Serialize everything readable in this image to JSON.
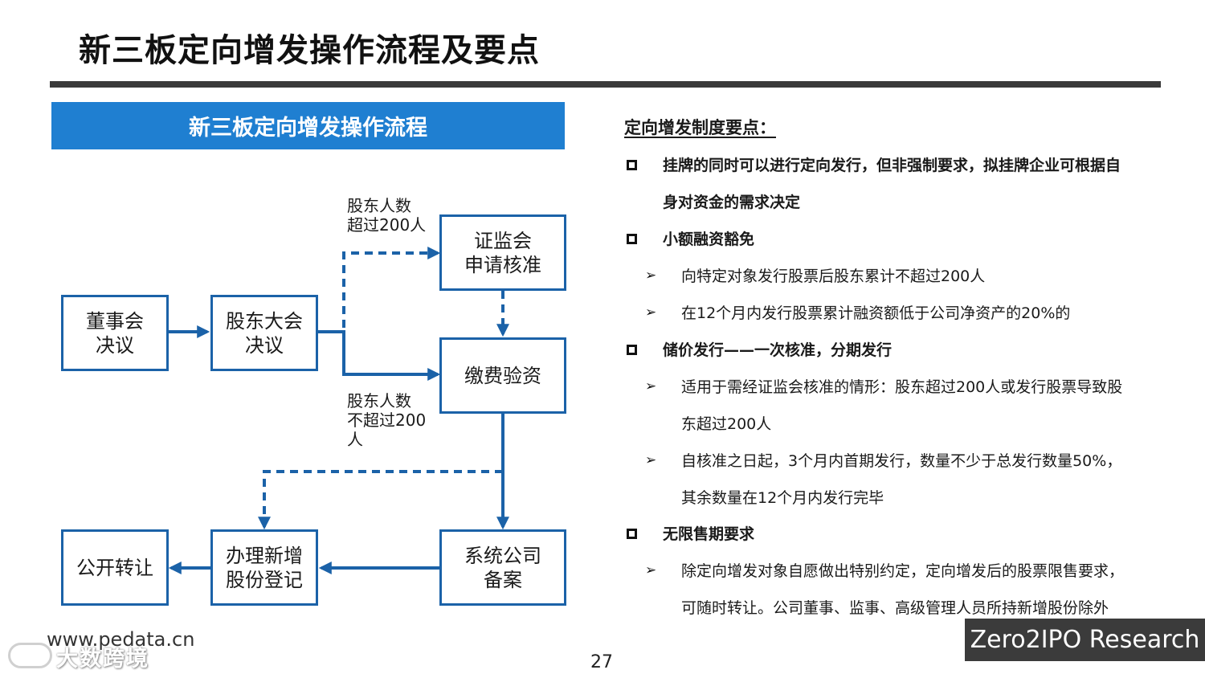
{
  "page": {
    "title": "新三板定向增发操作流程及要点",
    "page_number": "27",
    "website": "www.pedata.cn",
    "watermark": "大数跨境",
    "brand": "Zero2IPO Research"
  },
  "flow": {
    "header": "新三板定向增发操作流程",
    "boxes": {
      "board": [
        "董事会",
        "决议"
      ],
      "shareholders_meeting": [
        "股东大会",
        "决议"
      ],
      "csrc": [
        "证监会",
        "申请核准"
      ],
      "payment": [
        "缴费验资"
      ],
      "system_filing": [
        "系统公司",
        "备案"
      ],
      "registration": [
        "办理新增",
        "股份登记"
      ],
      "public_transfer": [
        "公开转让"
      ]
    },
    "labels": {
      "over_200": [
        "股东人数",
        "超过200人"
      ],
      "not_over_200": [
        "股东人数",
        "不超过200",
        "人"
      ]
    },
    "colors": {
      "header_bg": "#1f7fd1",
      "line": "#1b62a8"
    }
  },
  "points": {
    "heading": "定向增发制度要点：",
    "items": [
      {
        "text": [
          "挂牌的同时可以进行定向发行，但非强制要求，拟挂牌企业可根据自",
          "身对资金的需求决定"
        ]
      },
      {
        "text": [
          "小额融资豁免"
        ]
      },
      {
        "text": [
          "储价发行——一次核准，分期发行"
        ]
      },
      {
        "text": [
          "无限售期要求"
        ]
      }
    ],
    "subitems": [
      {
        "text": [
          "向特定对象发行股票后股东累计不超过200人"
        ]
      },
      {
        "text": [
          "在12个月内发行股票累计融资额低于公司净资产的20%的"
        ]
      },
      {
        "text": [
          "适用于需经证监会核准的情形：股东超过200人或发行股票导致股",
          "东超过200人"
        ]
      },
      {
        "text": [
          "自核准之日起，3个月内首期发行，数量不少于总发行数量50%，",
          "其余数量在12个月内发行完毕"
        ]
      },
      {
        "text": [
          "除定向增发对象自愿做出特别约定，定向增发后的股票限售要求，",
          "可随时转让。公司董事、监事、高级管理人员所持新增股份除外"
        ]
      }
    ]
  }
}
